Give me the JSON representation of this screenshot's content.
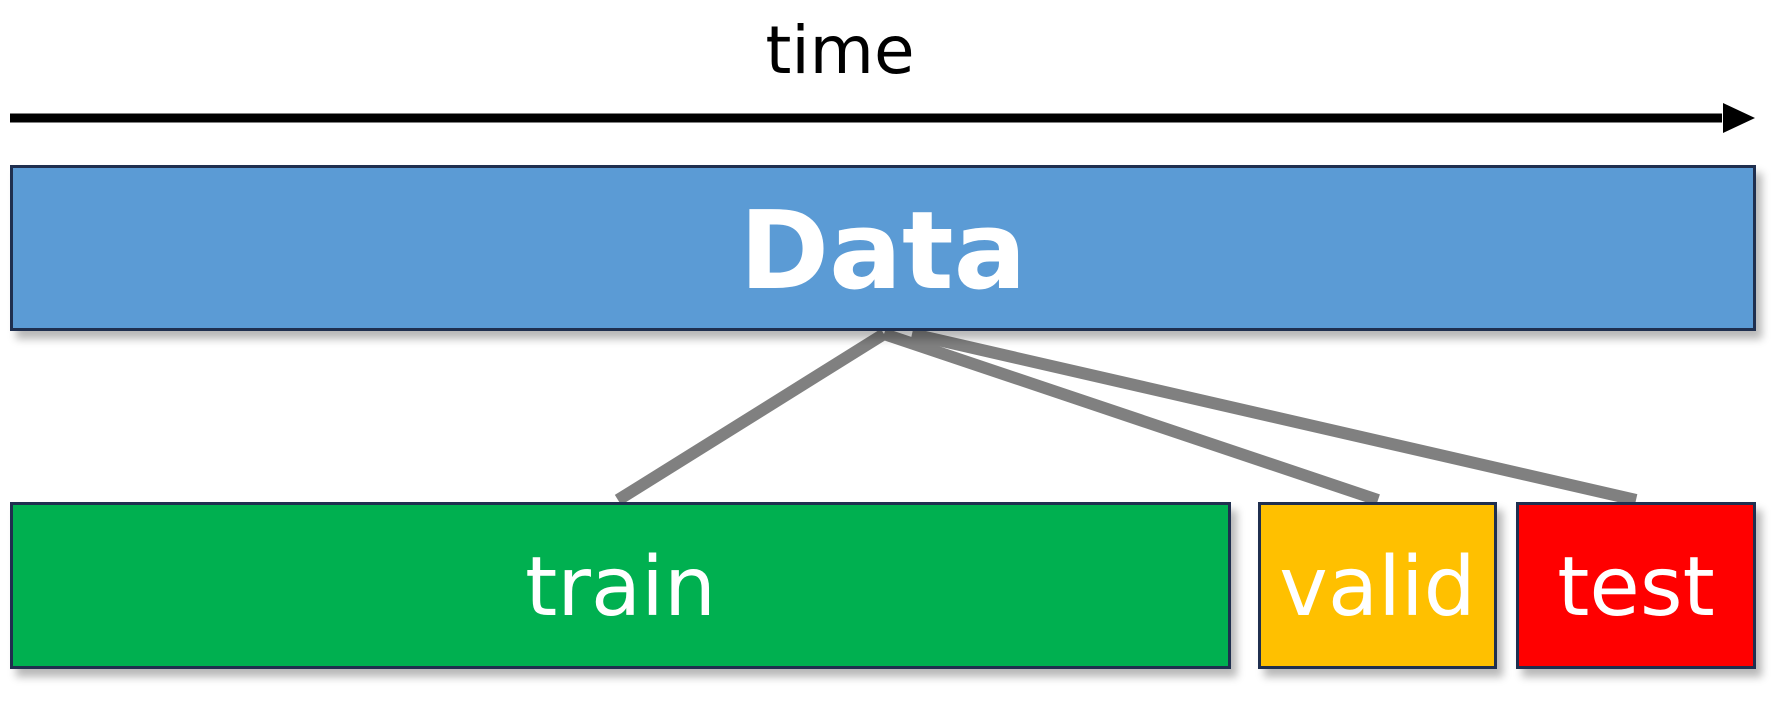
{
  "axis": {
    "label": "time"
  },
  "boxes": {
    "data": {
      "label": "Data",
      "color": "#5b9bd5"
    },
    "train": {
      "label": "train",
      "color": "#00b050"
    },
    "valid": {
      "label": "valid",
      "color": "#ffc000"
    },
    "test": {
      "label": "test",
      "color": "#ff0000"
    }
  },
  "colors": {
    "border": "#1f2f4f",
    "connector": "#808080",
    "arrow": "#000000",
    "text_on_box": "#ffffff"
  }
}
